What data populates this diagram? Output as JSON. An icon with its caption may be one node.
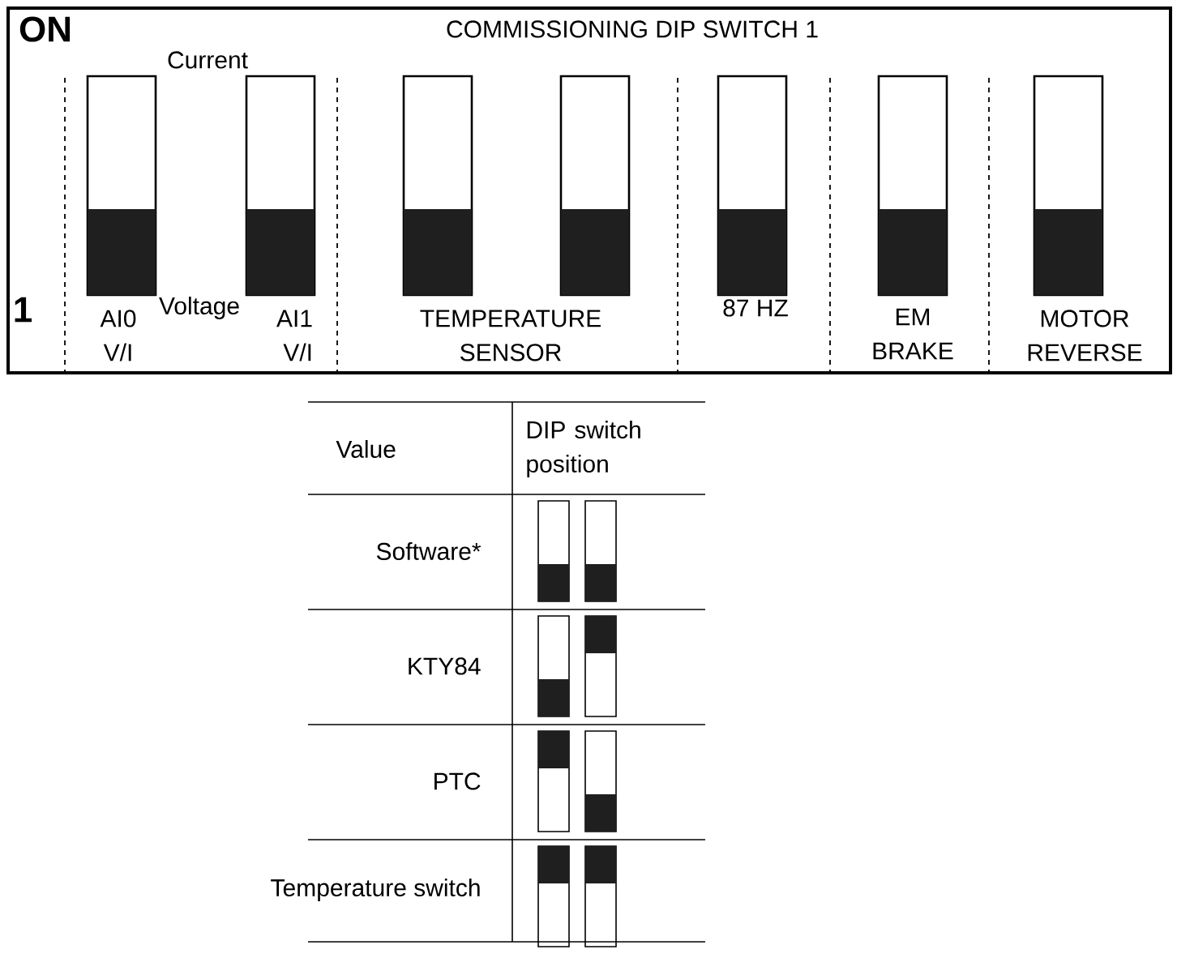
{
  "diagram": {
    "title": "COMMISSIONING DIP SWITCH 1",
    "labels": [
      "ON",
      "Current",
      "1",
      "AI0 V/I",
      "Voltage",
      "AI1 V/I",
      "TEMPERATURE SENSOR",
      "87 HZ",
      "EM BRAKE",
      "MOTOR REVERSE",
      "Value",
      "DIP switch position",
      "Software*",
      "KTY84",
      "PTC",
      "Temperature switch"
    ]
  }
}
